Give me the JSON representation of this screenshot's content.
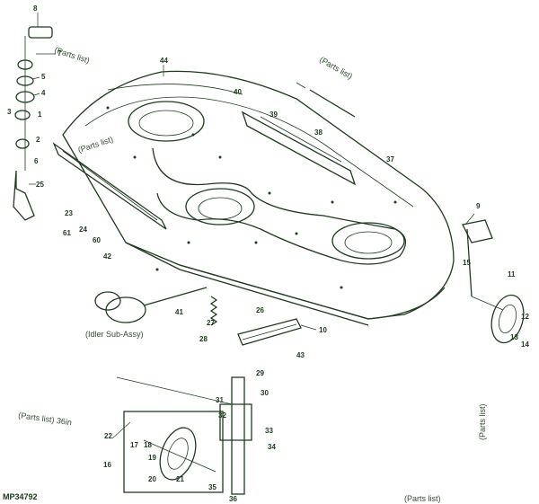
{
  "figure_id": "MP34792",
  "notes": {
    "left_top": "(Parts list)",
    "left_mid": "(Parts list)",
    "right_top": "(Parts list)",
    "left_bottom": "(Parts list) 36in",
    "right_vertical": "(Parts list)",
    "bottom_right": "(Parts list)",
    "under_pulley": "(Idler Sub-Assy)"
  },
  "callouts": [
    "8",
    "7",
    "5",
    "4",
    "3",
    "1",
    "2",
    "6",
    "25",
    "44",
    "23",
    "61",
    "24",
    "60",
    "9",
    "10",
    "11",
    "12",
    "13",
    "14",
    "15",
    "16",
    "17",
    "18",
    "19",
    "20",
    "21",
    "22",
    "26",
    "27",
    "28",
    "29",
    "30",
    "31",
    "32",
    "33",
    "34",
    "35",
    "36",
    "37",
    "38",
    "39",
    "40",
    "41",
    "42",
    "43"
  ]
}
